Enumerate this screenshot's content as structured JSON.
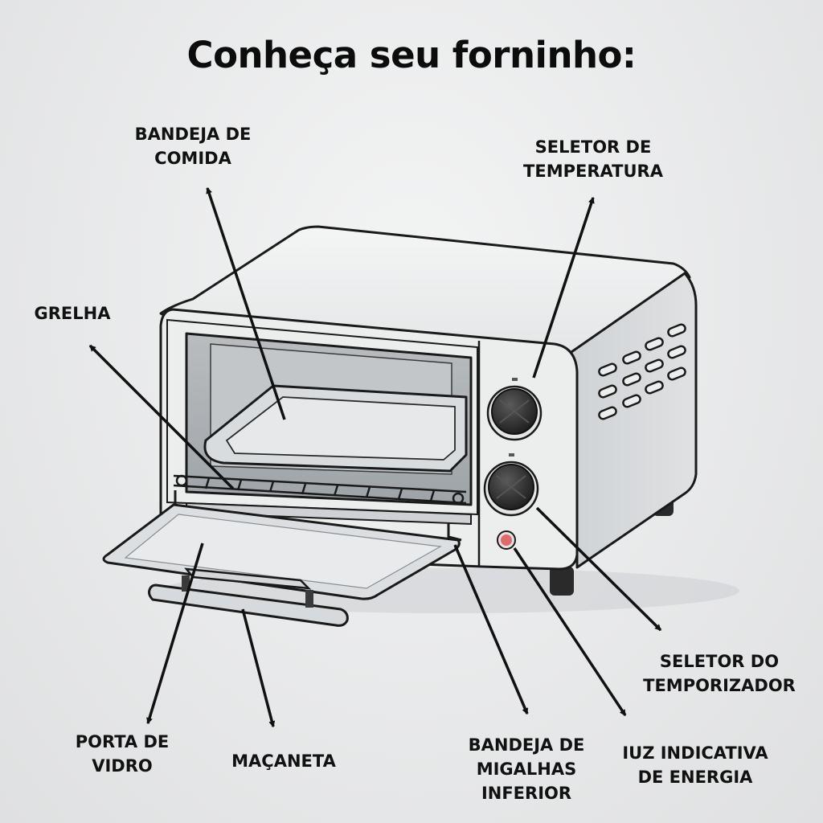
{
  "title": "Conheça seu forninho:",
  "labels": {
    "food_tray": [
      "BANDEJA DE",
      "COMIDA"
    ],
    "rack": [
      "GRELHA"
    ],
    "temp_selector": [
      "SELETOR DE",
      "TEMPERATURA"
    ],
    "timer_selector": [
      "SELETOR DO",
      "TEMPORIZADOR"
    ],
    "glass_door": [
      "PORTA DE",
      "VIDRO"
    ],
    "handle": [
      "MAÇANETA"
    ],
    "crumb_tray": [
      "BANDEJA DE",
      "MIGALHAS",
      "INFERIOR"
    ],
    "power_light": [
      "IUZ INDICATIVA",
      "DE ENERGIA"
    ]
  },
  "colors": {
    "outline": "#1a1a1a",
    "body": "#eceded",
    "side": "#d4d6d8",
    "knob": "#2b2b2b",
    "light": "#e06a6a"
  }
}
